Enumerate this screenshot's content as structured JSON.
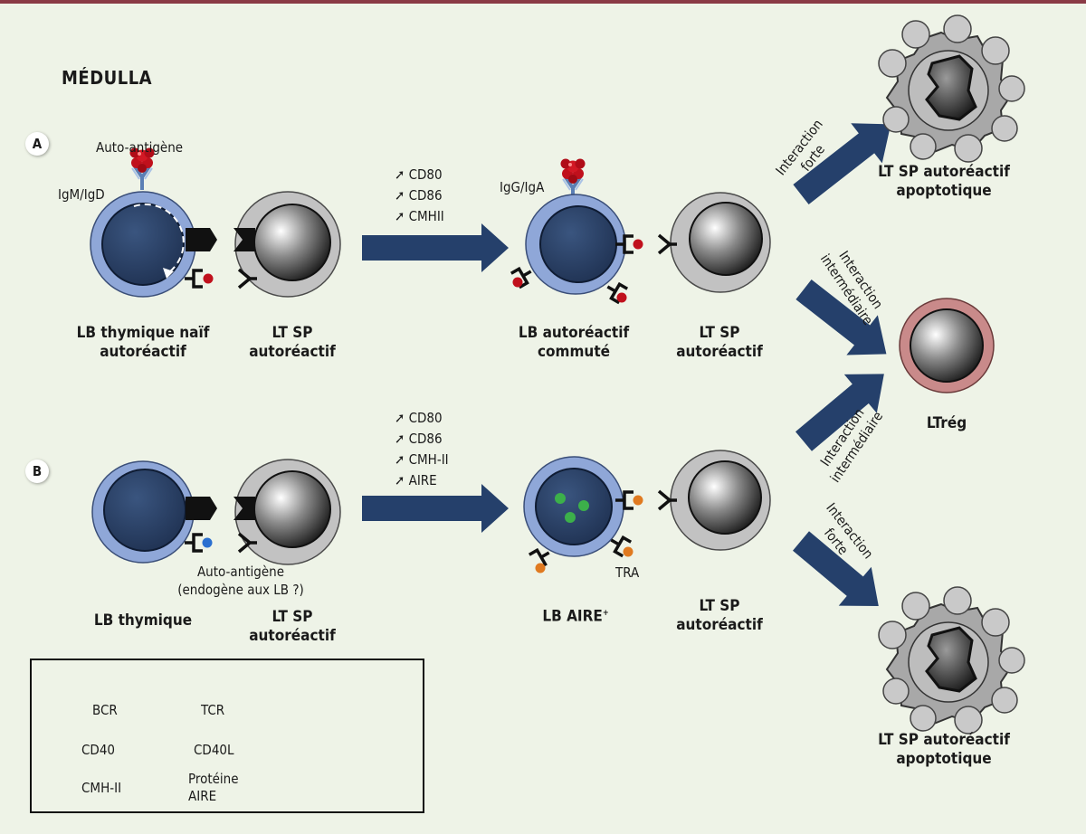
{
  "title": "MÉDULLA",
  "section_a": {
    "badge": "A",
    "auto_antigen_label": "Auto-antigène",
    "igm_label": "IgM/IgD",
    "igg_label": "IgG/IgA",
    "cell1_caption": [
      "LB thymique naïf",
      "autoréactif"
    ],
    "cell2_caption": [
      "LT SP",
      "autoréactif"
    ],
    "markers": [
      "CD80",
      "CD86",
      "CMHII"
    ],
    "cell3_caption": [
      "LB autoréactif",
      "commuté"
    ],
    "cell4_caption": [
      "LT SP",
      "autoréactif"
    ]
  },
  "section_b": {
    "badge": "B",
    "cell1_caption": "LB thymique",
    "cell2_caption": [
      "LT SP",
      "autoréactif"
    ],
    "auto_antigen_label": [
      "Auto-antigène",
      "(endogène aux LB ?)"
    ],
    "markers": [
      "CD80",
      "CD86",
      "CMH-II",
      "AIRE"
    ],
    "tra_label": "TRA",
    "cell3_caption": "LB AIRE",
    "cell3_sup": "+",
    "cell4_caption": [
      "LT SP",
      "autoréactif"
    ]
  },
  "outcomes": {
    "strong_a": [
      "Interaction",
      "forte"
    ],
    "intermediate_a": [
      "Interaction",
      "intermédiaire"
    ],
    "intermediate_b": [
      "Interaction",
      "intermédiaire"
    ],
    "strong_b": [
      "Interaction",
      "forte"
    ],
    "apoptotic_top": [
      "LT SP autoréactif",
      "apoptotique"
    ],
    "treg": "LTrég",
    "apoptotic_bottom": [
      "LT SP autoréactif",
      "apoptotique"
    ]
  },
  "legend": {
    "bcr": "BCR",
    "tcr": "TCR",
    "cd40": "CD40",
    "cd40l": "CD40L",
    "cmh": "CMH-II",
    "aire": [
      "Protéine",
      "AIRE"
    ]
  },
  "colors": {
    "background": "#eef3e7",
    "b_cell_outer": "#8fa7d8",
    "b_cell_nucleus": "#2a3f66",
    "t_cell_outer": "#bdbdbd",
    "arrow": "#25406b",
    "treg_outer": "#c98a8a",
    "antigen_red": "#c0101c",
    "antigen_blue": "#2a6fd0",
    "antigen_orange": "#e07a20",
    "aire_green": "#3cb04a"
  }
}
